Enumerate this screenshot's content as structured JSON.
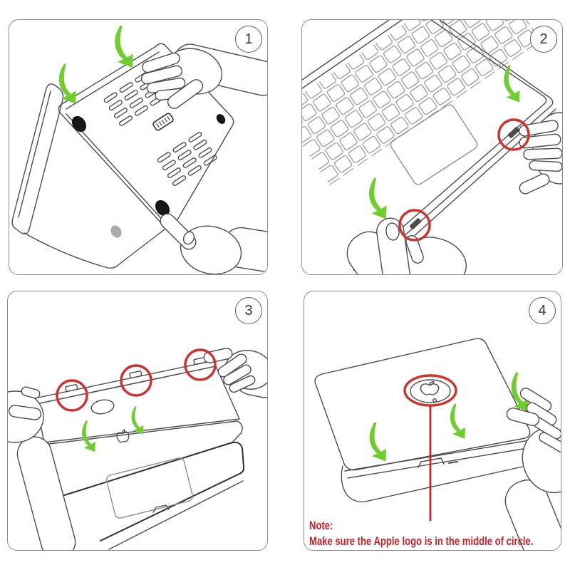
{
  "panels": [
    {
      "number": "1"
    },
    {
      "number": "2"
    },
    {
      "number": "3"
    },
    {
      "number": "4"
    }
  ],
  "note": {
    "label": "Note:",
    "text": "Make sure the Apple logo is in the middle of circle."
  },
  "colors": {
    "background": "#FFFFFF",
    "panel_border": "#8E8E8E",
    "line": "#4C4C4C",
    "arrow_green": "#6FCE2E",
    "highlight_red": "#D2302C",
    "note_red": "#CB2026"
  }
}
